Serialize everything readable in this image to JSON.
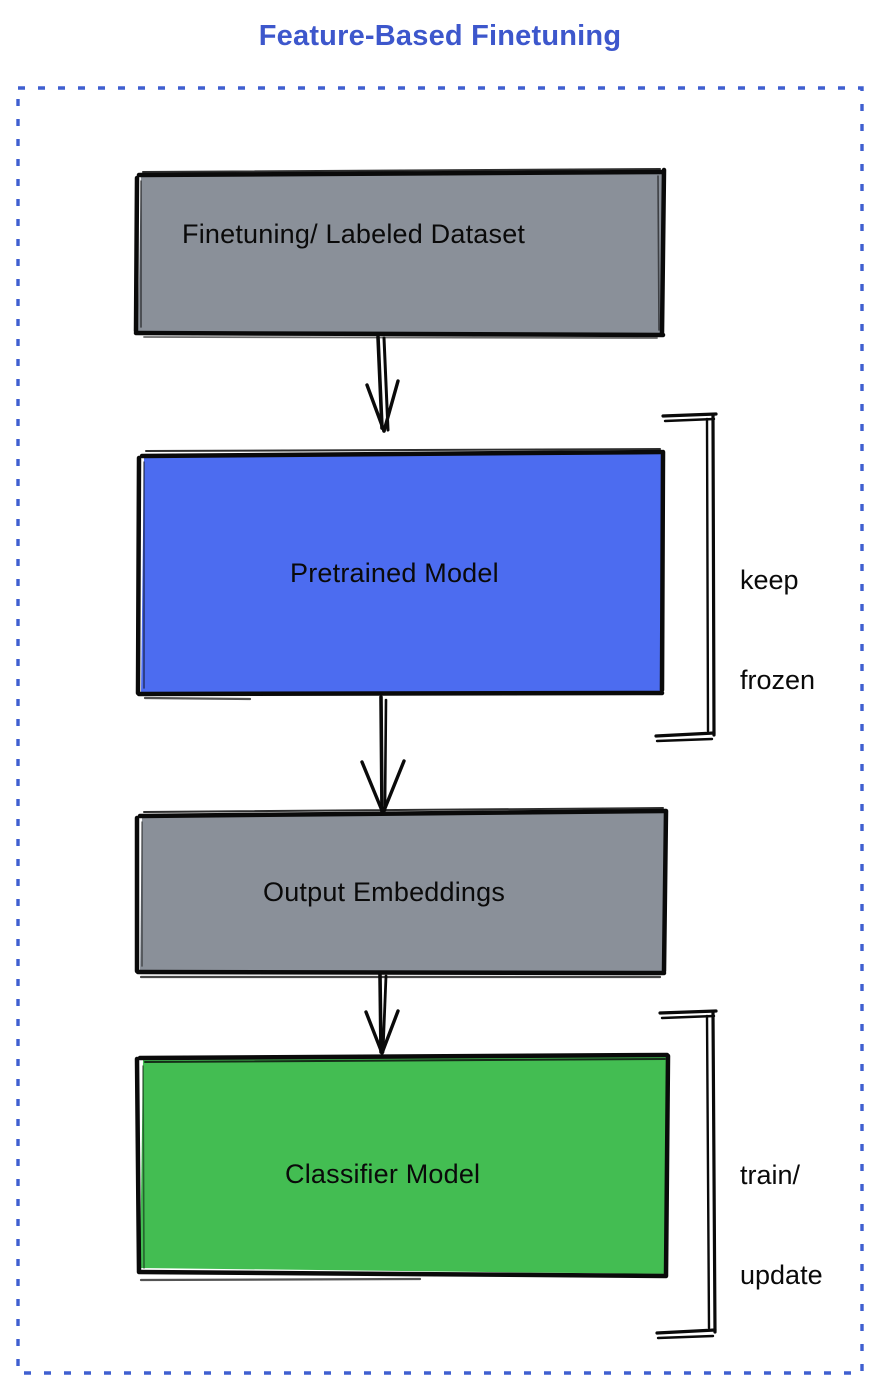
{
  "title": "Feature-Based Finetuning",
  "colors": {
    "title": "#3d57cc",
    "dashed_border": "#3f5fd0",
    "gray_fill": "#8a9099",
    "blue_fill": "#4c6cf0",
    "green_fill": "#43bd52",
    "stroke": "#0a0a0a",
    "text": "#0a0a0a",
    "background": "#ffffff"
  },
  "diagram": {
    "type": "flowchart",
    "style": "hand-drawn-sketch",
    "direction": "top-to-bottom",
    "container": {
      "border_style": "dashed",
      "border_color": "#3f5fd0"
    },
    "nodes": [
      {
        "id": "dataset",
        "label": "Finetuning/ Labeled Dataset",
        "fill": "#8a9099"
      },
      {
        "id": "pretrained",
        "label": "Pretrained Model",
        "fill": "#4c6cf0"
      },
      {
        "id": "output",
        "label": "Output Embeddings",
        "fill": "#8a9099"
      },
      {
        "id": "classifier",
        "label": "Classifier Model",
        "fill": "#43bd52"
      }
    ],
    "edges": [
      {
        "from": "dataset",
        "to": "pretrained",
        "arrow": "down"
      },
      {
        "from": "pretrained",
        "to": "output",
        "arrow": "down"
      },
      {
        "from": "output",
        "to": "classifier",
        "arrow": "down"
      }
    ],
    "brackets": [
      {
        "id": "keep-frozen",
        "target": "pretrained",
        "label_line1": "keep",
        "label_line2": "frozen"
      },
      {
        "id": "train-update",
        "target": "classifier",
        "label_line1": "train/",
        "label_line2": "update"
      }
    ]
  }
}
